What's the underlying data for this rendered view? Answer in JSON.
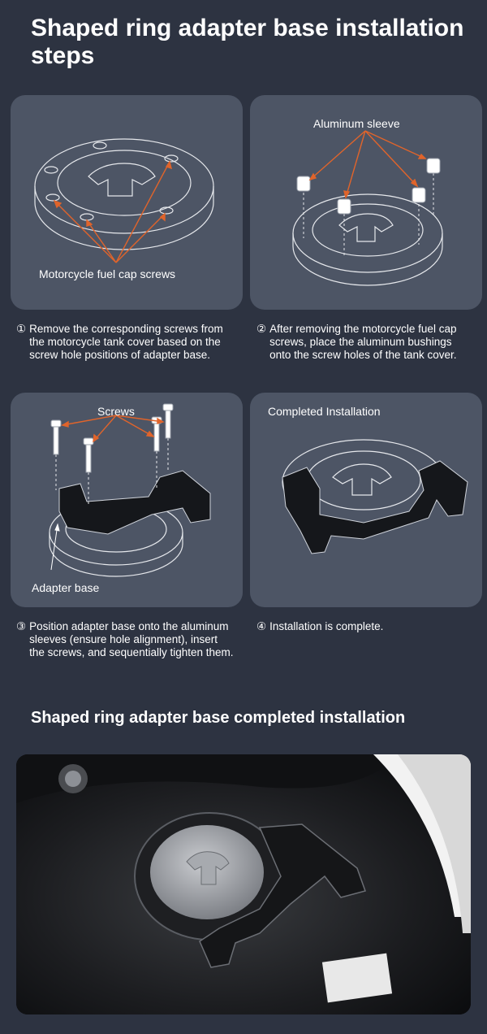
{
  "header": {
    "title": "Shaped ring adapter base installation steps"
  },
  "steps": [
    {
      "number": "①",
      "label": "Motorcycle fuel cap screws",
      "caption": "Remove the corresponding screws from the motorcycle tank cover based on the screw hole positions of adapter base."
    },
    {
      "number": "②",
      "label": "Aluminum sleeve",
      "caption": "After removing the motorcycle fuel cap screws, place the aluminum bushings onto the screw holes of the tank cover."
    },
    {
      "number": "③",
      "label_top": "Screws",
      "label_bottom": "Adapter base",
      "caption": "Position adapter base onto the aluminum sleeves (ensure hole alignment), insert the screws, and sequentially tighten them."
    },
    {
      "number": "④",
      "label": "Completed Installation",
      "caption": "Installation is complete."
    }
  ],
  "completed": {
    "title": "Shaped ring adapter base completed installation"
  },
  "colors": {
    "background": "#2d3341",
    "panel": "#4d5565",
    "arrow": "#e0642b"
  }
}
